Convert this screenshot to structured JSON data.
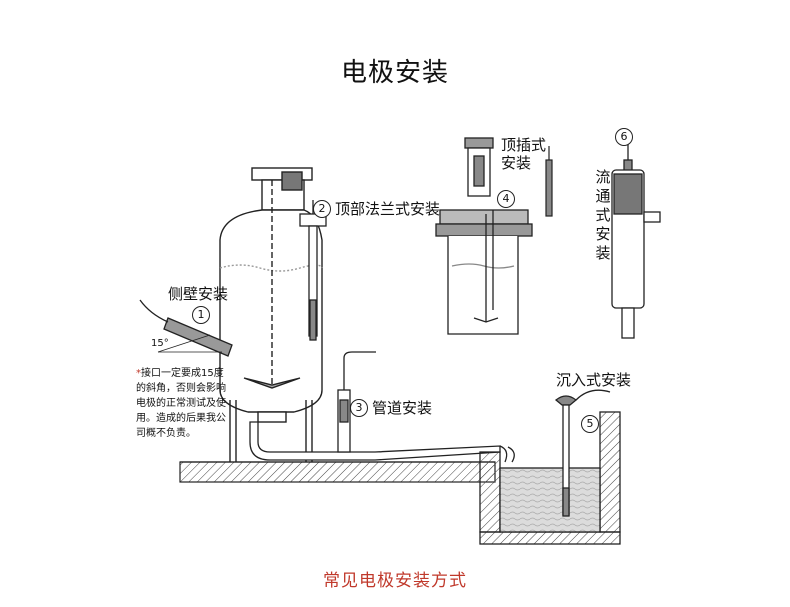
{
  "title": "电极安装",
  "caption": "常见电极安装方式",
  "methods": {
    "side_wall": {
      "num": "1",
      "label": "侧壁安装"
    },
    "top_flange": {
      "num": "2",
      "label": "顶部法兰式安装"
    },
    "pipeline": {
      "num": "3",
      "label": "管道安装"
    },
    "top_insert": {
      "num": "4",
      "label": "顶插式安装"
    },
    "submersion": {
      "num": "5",
      "label": "沉入式安装"
    },
    "flow_through": {
      "num": "6",
      "label": "流通式安装"
    }
  },
  "angle": "15°",
  "note": "接口一定要成15度的斜角，否则会影响电极的正常测试及使用。造成的后果我公司概不负责。",
  "note_star": "*",
  "colors": {
    "caption": "#c0392b",
    "line": "#222222",
    "water": "#d4d4d4"
  }
}
